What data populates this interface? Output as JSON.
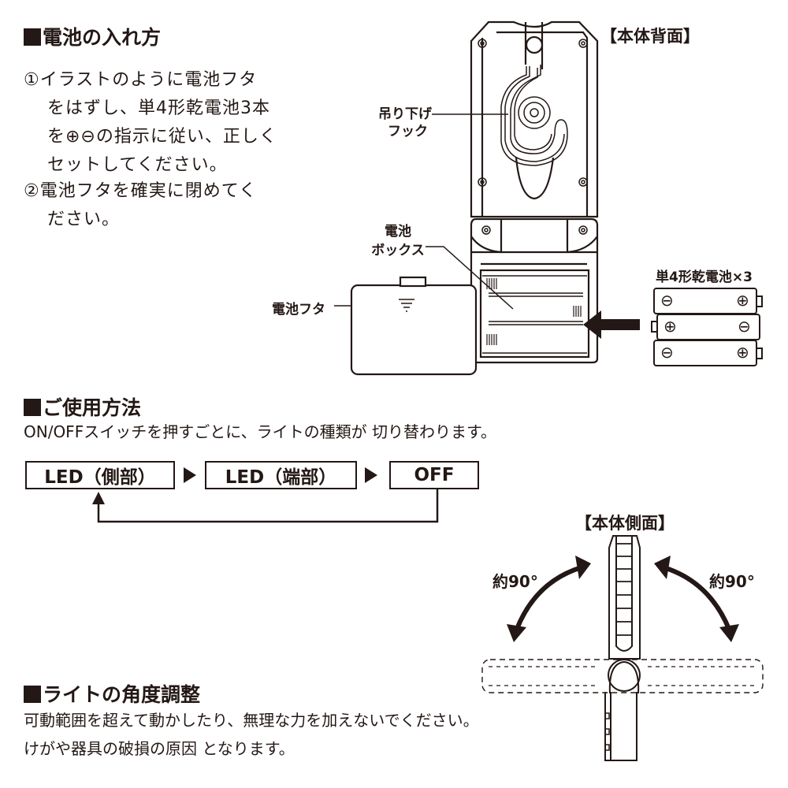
{
  "battery_section": {
    "heading": "電池の入れ方",
    "steps": [
      {
        "marker": "①",
        "lines": [
          "イラストのように電池フタ",
          "をはずし、単4形乾電池3本",
          "を⊕⊖の指示に従い、正しく",
          "セットしてください。"
        ]
      },
      {
        "marker": "②",
        "lines": [
          "電池フタを確実に閉めてく",
          "ださい。"
        ]
      }
    ]
  },
  "rear_view": {
    "title": "【本体背面】",
    "callouts": {
      "hook": [
        "吊り下げ",
        "フック"
      ],
      "battery_box": [
        "電池",
        "ボックス"
      ],
      "battery_cover": "電池フタ"
    },
    "battery_label": "単4形乾電池×3",
    "batteries": [
      {
        "left": "⊖",
        "right": "⊕"
      },
      {
        "left": "⊕",
        "right": "⊖"
      },
      {
        "left": "⊖",
        "right": "⊕"
      }
    ]
  },
  "usage_section": {
    "heading": "ご使用方法",
    "description": "ON/OFFスイッチを押すごとに、ライトの種類が 切り替わります。",
    "flow": [
      "LED（側部）",
      "LED（端部）",
      "OFF"
    ]
  },
  "side_view": {
    "title": "【本体側面】",
    "angle_left": "約90°",
    "angle_right": "約90°"
  },
  "angle_section": {
    "heading": "ライトの角度調整",
    "lines": [
      "可動範囲を超えて動かしたり、無理な力を加えないでください。",
      "けがや器具の破損の原因 となります。"
    ]
  }
}
